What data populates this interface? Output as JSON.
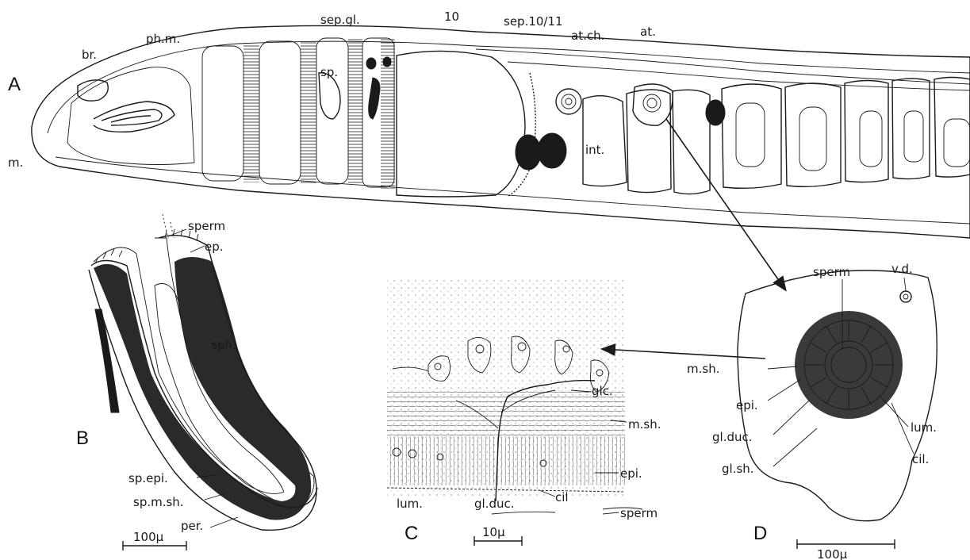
{
  "panels": {
    "a": "A",
    "b": "B",
    "c": "C",
    "d": "D"
  },
  "panel_a": {
    "labels": {
      "br": "br.",
      "phm": "ph.m.",
      "sepgl": "sep.gl.",
      "sp": "sp.",
      "seg10": "10",
      "sep1011": "sep.10/11",
      "atch": "at.ch.",
      "at": "at.",
      "int": "int.",
      "m": "m."
    }
  },
  "panel_b": {
    "labels": {
      "sperm": "sperm",
      "ep": "ep.",
      "sph": "sph.",
      "spepi": "sp.epi.",
      "spmsh": "sp.m.sh.",
      "per": "per."
    },
    "scale_bar": "100μ"
  },
  "panel_c": {
    "labels": {
      "glc": "glc.",
      "msh": "m.sh.",
      "epi": "epi.",
      "lum": "lum.",
      "glduc": "gl.duc.",
      "cil": "cil",
      "sperm": "sperm"
    },
    "scale_bar": "10μ"
  },
  "panel_d": {
    "labels": {
      "sperm": "sperm",
      "vd": "v.d.",
      "msh": "m.sh.",
      "epi": "epi.",
      "glduc": "gl.duc.",
      "glsh": "gl.sh.",
      "lum": "lum.",
      "cil": "cil."
    },
    "scale_bar": "100μ"
  },
  "colors": {
    "ink": "#1a1a1a",
    "paper": "#ffffff"
  }
}
